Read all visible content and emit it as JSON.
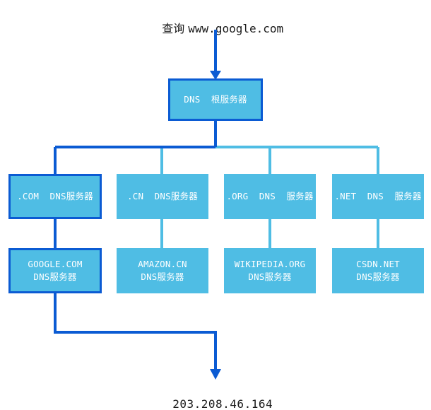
{
  "diagram": {
    "title_prefix": "查询 ",
    "query_domain": "www.google.com",
    "result_ip": "203.208.46.164",
    "colors": {
      "node_fill": "#4FBDE4",
      "highlight": "#0B5BD3",
      "wire_light": "#4FBDE4",
      "text": "#ffffff",
      "caption_text": "#1a1a1a",
      "background": "#ffffff"
    },
    "root": {
      "label": "DNS  根服务器",
      "highlighted": true
    },
    "tld_nodes": [
      {
        "label": ".COM  DNS服务器",
        "highlighted": true
      },
      {
        "label": ".CN  DNS服务器",
        "highlighted": false
      },
      {
        "label": ".ORG  DNS  服务器",
        "highlighted": false
      },
      {
        "label": ".NET  DNS  服务器",
        "highlighted": false
      }
    ],
    "authoritative_nodes": [
      {
        "line1": "GOOGLE.COM",
        "line2": "DNS服务器",
        "highlighted": true
      },
      {
        "line1": "AMAZON.CN",
        "line2": "DNS服务器",
        "highlighted": false
      },
      {
        "line1": "WIKIPEDIA.ORG",
        "line2": "DNS服务器",
        "highlighted": false
      },
      {
        "line1": "CSDN.NET",
        "line2": "DNS服务器",
        "highlighted": false
      }
    ]
  }
}
